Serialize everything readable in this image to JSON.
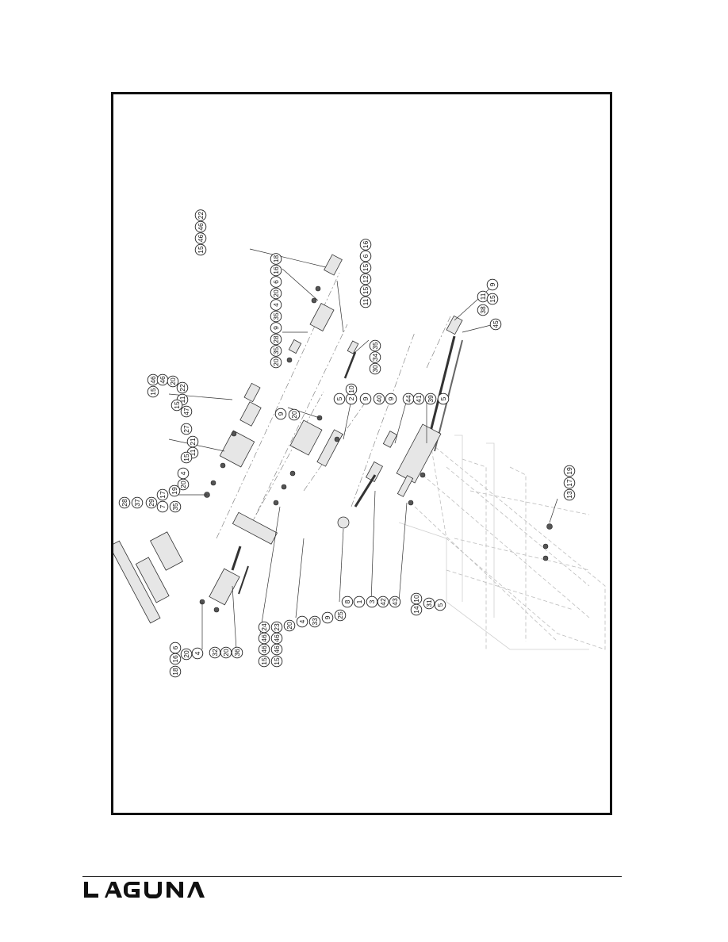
{
  "brand": {
    "logo_text": "LAGUNA",
    "color": "#111111"
  },
  "diagram": {
    "title": "",
    "callout_groups": [
      {
        "id": "g-top-1",
        "labels": [
          "15",
          "46",
          "46",
          "22"
        ]
      },
      {
        "id": "g-top-2",
        "labels": [
          "20",
          "35",
          "28",
          "9",
          "35",
          "4",
          "20",
          "6",
          "16",
          "18"
        ]
      },
      {
        "id": "g-top-3",
        "labels": [
          "11",
          "15",
          "12",
          "15",
          "6",
          "16"
        ]
      },
      {
        "id": "g-top-4",
        "labels": [
          "30",
          "34",
          "35"
        ]
      },
      {
        "id": "g-right-1",
        "labels": [
          "9",
          "11",
          "15",
          "38",
          "45"
        ]
      },
      {
        "id": "g-left-1",
        "labels": [
          "15",
          "46",
          "46",
          "20",
          "22",
          "11",
          "15"
        ]
      },
      {
        "id": "g-left-2",
        "labels": [
          "47",
          "27",
          "21",
          "11",
          "15",
          "4",
          "20"
        ]
      },
      {
        "id": "g-mid-1",
        "labels": [
          "9",
          "20",
          "5",
          "2",
          "10",
          "9",
          "40",
          "9",
          "44",
          "41",
          "39",
          "5"
        ]
      },
      {
        "id": "g-left-3",
        "labels": [
          "28",
          "37",
          "29",
          "7",
          "17",
          "19",
          "35"
        ]
      },
      {
        "id": "g-bottom-1",
        "labels": [
          "18",
          "16",
          "6",
          "20",
          "4",
          "32",
          "20",
          "36"
        ]
      },
      {
        "id": "g-bottom-2",
        "labels": [
          "15",
          "46",
          "46",
          "24",
          "15",
          "46",
          "46",
          "23",
          "20",
          "4",
          "33",
          "9",
          "25"
        ]
      },
      {
        "id": "g-bottom-3",
        "labels": [
          "8",
          "1",
          "3",
          "42",
          "43",
          "14",
          "10",
          "31",
          "5"
        ]
      },
      {
        "id": "g-bottom-right",
        "labels": [
          "13",
          "17",
          "19"
        ]
      }
    ]
  }
}
